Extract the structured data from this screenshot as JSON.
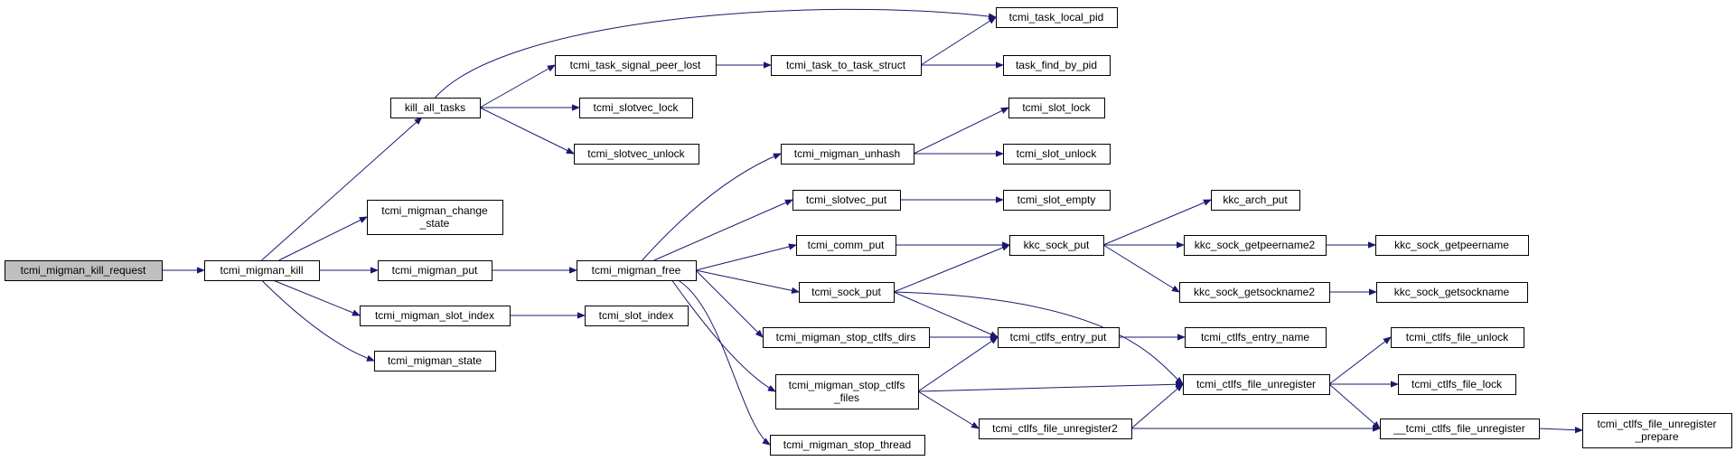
{
  "diagram": {
    "root": "tcmi_migman_kill_request",
    "nodes": [
      {
        "id": "tcmi_migman_kill_request",
        "lines": [
          "tcmi_migman_kill_request"
        ]
      },
      {
        "id": "tcmi_migman_kill",
        "lines": [
          "tcmi_migman_kill"
        ]
      },
      {
        "id": "kill_all_tasks",
        "lines": [
          "kill_all_tasks"
        ]
      },
      {
        "id": "tcmi_migman_change_state",
        "lines": [
          "tcmi_migman_change",
          "_state"
        ]
      },
      {
        "id": "tcmi_migman_put",
        "lines": [
          "tcmi_migman_put"
        ]
      },
      {
        "id": "tcmi_migman_slot_index",
        "lines": [
          "tcmi_migman_slot_index"
        ]
      },
      {
        "id": "tcmi_migman_state",
        "lines": [
          "tcmi_migman_state"
        ]
      },
      {
        "id": "tcmi_task_signal_peer_lost",
        "lines": [
          "tcmi_task_signal_peer_lost"
        ]
      },
      {
        "id": "tcmi_slotvec_lock",
        "lines": [
          "tcmi_slotvec_lock"
        ]
      },
      {
        "id": "tcmi_slotvec_unlock",
        "lines": [
          "tcmi_slotvec_unlock"
        ]
      },
      {
        "id": "tcmi_migman_free",
        "lines": [
          "tcmi_migman_free"
        ]
      },
      {
        "id": "tcmi_slot_index",
        "lines": [
          "tcmi_slot_index"
        ]
      },
      {
        "id": "tcmi_task_to_task_struct",
        "lines": [
          "tcmi_task_to_task_struct"
        ]
      },
      {
        "id": "tcmi_migman_unhash",
        "lines": [
          "tcmi_migman_unhash"
        ]
      },
      {
        "id": "tcmi_slotvec_put",
        "lines": [
          "tcmi_slotvec_put"
        ]
      },
      {
        "id": "tcmi_comm_put",
        "lines": [
          "tcmi_comm_put"
        ]
      },
      {
        "id": "tcmi_sock_put",
        "lines": [
          "tcmi_sock_put"
        ]
      },
      {
        "id": "tcmi_migman_stop_ctlfs_dirs",
        "lines": [
          "tcmi_migman_stop_ctlfs_dirs"
        ]
      },
      {
        "id": "tcmi_migman_stop_ctlfs_files",
        "lines": [
          "tcmi_migman_stop_ctlfs",
          "_files"
        ]
      },
      {
        "id": "tcmi_migman_stop_thread",
        "lines": [
          "tcmi_migman_stop_thread"
        ]
      },
      {
        "id": "tcmi_task_local_pid",
        "lines": [
          "tcmi_task_local_pid"
        ]
      },
      {
        "id": "task_find_by_pid",
        "lines": [
          "task_find_by_pid"
        ]
      },
      {
        "id": "tcmi_slot_lock",
        "lines": [
          "tcmi_slot_lock"
        ]
      },
      {
        "id": "tcmi_slot_unlock",
        "lines": [
          "tcmi_slot_unlock"
        ]
      },
      {
        "id": "tcmi_slot_empty",
        "lines": [
          "tcmi_slot_empty"
        ]
      },
      {
        "id": "kkc_sock_put",
        "lines": [
          "kkc_sock_put"
        ]
      },
      {
        "id": "tcmi_ctlfs_entry_put",
        "lines": [
          "tcmi_ctlfs_entry_put"
        ]
      },
      {
        "id": "tcmi_ctlfs_file_unregister2",
        "lines": [
          "tcmi_ctlfs_file_unregister2"
        ]
      },
      {
        "id": "kkc_arch_put",
        "lines": [
          "kkc_arch_put"
        ]
      },
      {
        "id": "kkc_sock_getpeername2",
        "lines": [
          "kkc_sock_getpeername2"
        ]
      },
      {
        "id": "kkc_sock_getsockname2",
        "lines": [
          "kkc_sock_getsockname2"
        ]
      },
      {
        "id": "tcmi_ctlfs_entry_name",
        "lines": [
          "tcmi_ctlfs_entry_name"
        ]
      },
      {
        "id": "tcmi_ctlfs_file_unregister",
        "lines": [
          "tcmi_ctlfs_file_unregister"
        ]
      },
      {
        "id": "kkc_sock_getpeername",
        "lines": [
          "kkc_sock_getpeername"
        ]
      },
      {
        "id": "kkc_sock_getsockname",
        "lines": [
          "kkc_sock_getsockname"
        ]
      },
      {
        "id": "tcmi_ctlfs_file_unlock",
        "lines": [
          "tcmi_ctlfs_file_unlock"
        ]
      },
      {
        "id": "tcmi_ctlfs_file_lock",
        "lines": [
          "tcmi_ctlfs_file_lock"
        ]
      },
      {
        "id": "__tcmi_ctlfs_file_unregister",
        "lines": [
          "__tcmi_ctlfs_file_unregister"
        ]
      },
      {
        "id": "tcmi_ctlfs_file_unregister_prepare",
        "lines": [
          "tcmi_ctlfs_file_unregister",
          "_prepare"
        ]
      }
    ],
    "edges": [
      [
        "tcmi_migman_kill_request",
        "tcmi_migman_kill"
      ],
      [
        "tcmi_migman_kill",
        "kill_all_tasks"
      ],
      [
        "tcmi_migman_kill",
        "tcmi_migman_change_state"
      ],
      [
        "tcmi_migman_kill",
        "tcmi_migman_put"
      ],
      [
        "tcmi_migman_kill",
        "tcmi_migman_slot_index"
      ],
      [
        "tcmi_migman_kill",
        "tcmi_migman_state"
      ],
      [
        "kill_all_tasks",
        "tcmi_task_local_pid"
      ],
      [
        "kill_all_tasks",
        "tcmi_task_signal_peer_lost"
      ],
      [
        "kill_all_tasks",
        "tcmi_slotvec_lock"
      ],
      [
        "kill_all_tasks",
        "tcmi_slotvec_unlock"
      ],
      [
        "tcmi_task_signal_peer_lost",
        "tcmi_task_to_task_struct"
      ],
      [
        "tcmi_task_to_task_struct",
        "tcmi_task_local_pid"
      ],
      [
        "tcmi_task_to_task_struct",
        "task_find_by_pid"
      ],
      [
        "tcmi_migman_put",
        "tcmi_migman_free"
      ],
      [
        "tcmi_migman_slot_index",
        "tcmi_slot_index"
      ],
      [
        "tcmi_migman_free",
        "tcmi_migman_unhash"
      ],
      [
        "tcmi_migman_free",
        "tcmi_slotvec_put"
      ],
      [
        "tcmi_migman_free",
        "tcmi_comm_put"
      ],
      [
        "tcmi_migman_free",
        "tcmi_sock_put"
      ],
      [
        "tcmi_migman_free",
        "tcmi_migman_stop_ctlfs_dirs"
      ],
      [
        "tcmi_migman_free",
        "tcmi_migman_stop_ctlfs_files"
      ],
      [
        "tcmi_migman_free",
        "tcmi_migman_stop_thread"
      ],
      [
        "tcmi_migman_unhash",
        "tcmi_slot_lock"
      ],
      [
        "tcmi_migman_unhash",
        "tcmi_slot_unlock"
      ],
      [
        "tcmi_slotvec_put",
        "tcmi_slot_empty"
      ],
      [
        "tcmi_comm_put",
        "kkc_sock_put"
      ],
      [
        "tcmi_sock_put",
        "kkc_sock_put"
      ],
      [
        "tcmi_sock_put",
        "tcmi_ctlfs_entry_put"
      ],
      [
        "tcmi_sock_put",
        "tcmi_ctlfs_file_unregister"
      ],
      [
        "tcmi_migman_stop_ctlfs_dirs",
        "tcmi_ctlfs_entry_put"
      ],
      [
        "tcmi_migman_stop_ctlfs_files",
        "tcmi_ctlfs_entry_put"
      ],
      [
        "tcmi_migman_stop_ctlfs_files",
        "tcmi_ctlfs_file_unregister"
      ],
      [
        "tcmi_migman_stop_ctlfs_files",
        "tcmi_ctlfs_file_unregister2"
      ],
      [
        "kkc_sock_put",
        "kkc_arch_put"
      ],
      [
        "kkc_sock_put",
        "kkc_sock_getpeername2"
      ],
      [
        "kkc_sock_put",
        "kkc_sock_getsockname2"
      ],
      [
        "kkc_sock_getpeername2",
        "kkc_sock_getpeername"
      ],
      [
        "kkc_sock_getsockname2",
        "kkc_sock_getsockname"
      ],
      [
        "tcmi_ctlfs_entry_put",
        "tcmi_ctlfs_entry_name"
      ],
      [
        "tcmi_ctlfs_file_unregister2",
        "tcmi_ctlfs_file_unregister"
      ],
      [
        "tcmi_ctlfs_file_unregister2",
        "__tcmi_ctlfs_file_unregister"
      ],
      [
        "tcmi_ctlfs_file_unregister",
        "tcmi_ctlfs_file_unlock"
      ],
      [
        "tcmi_ctlfs_file_unregister",
        "tcmi_ctlfs_file_lock"
      ],
      [
        "tcmi_ctlfs_file_unregister",
        "__tcmi_ctlfs_file_unregister"
      ],
      [
        "__tcmi_ctlfs_file_unregister",
        "tcmi_ctlfs_file_unregister_prepare"
      ]
    ],
    "colors": {
      "edge": "#191970",
      "root_fill": "#bfbfbf",
      "node_fill": "#ffffff",
      "node_border": "#000000"
    }
  }
}
